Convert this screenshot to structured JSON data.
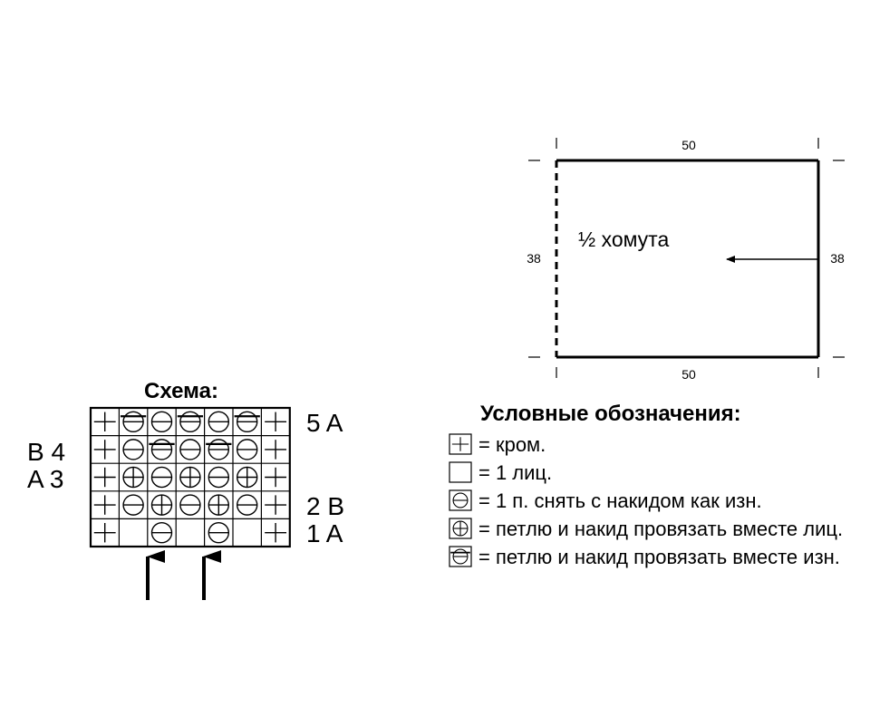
{
  "schematic": {
    "width_top": "50",
    "width_bottom": "50",
    "height_left": "38",
    "height_right": "38",
    "label": "½ хомута"
  },
  "chart": {
    "title": "Схема:",
    "right_labels": [
      "5 A",
      "",
      "",
      "2 B",
      "1 A"
    ],
    "left_labels": [
      "",
      "B 4",
      "A 3",
      "",
      ""
    ],
    "grid": [
      [
        "edge",
        "bar",
        "purl",
        "bar",
        "purl",
        "bar",
        "edge"
      ],
      [
        "edge",
        "purl",
        "bar",
        "purl",
        "bar",
        "purl",
        "edge"
      ],
      [
        "edge",
        "knit",
        "purl",
        "knit",
        "purl",
        "knit",
        "edge"
      ],
      [
        "edge",
        "purl",
        "knit",
        "purl",
        "knit",
        "purl",
        "edge"
      ],
      [
        "edge",
        "blank",
        "purl",
        "blank",
        "purl",
        "blank",
        "edge"
      ]
    ]
  },
  "legend": {
    "title": "Условные обозначения:",
    "items": [
      {
        "symbol": "edge",
        "text": "= кром."
      },
      {
        "symbol": "blank",
        "text": "= 1 лиц."
      },
      {
        "symbol": "purl",
        "text": "= 1 п. снять с накидом как изн."
      },
      {
        "symbol": "knit",
        "text": "= петлю и накид провязать вместе лиц."
      },
      {
        "symbol": "bar",
        "text": "= петлю и накид провязать вместе изн."
      }
    ]
  }
}
